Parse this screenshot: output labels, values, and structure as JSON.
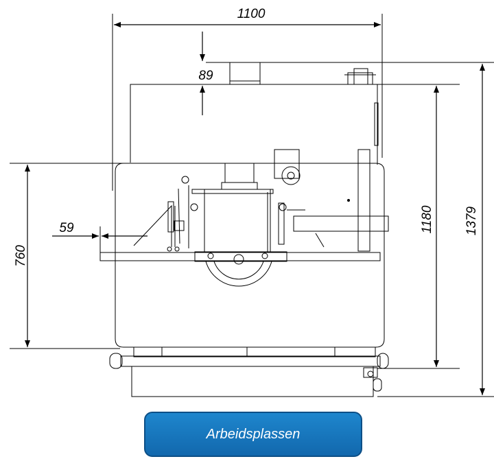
{
  "dimensions": {
    "width": "1100",
    "top_offset": "89",
    "table_height": "760",
    "side_offset": "59",
    "height_to_top": "1180",
    "total_height": "1379"
  },
  "button": {
    "label": "Arbeidsplassen",
    "color": "#1877c2"
  }
}
